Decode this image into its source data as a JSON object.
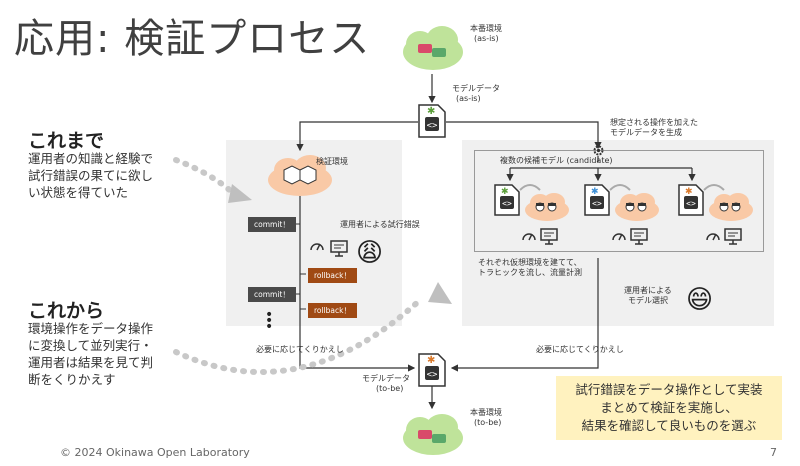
{
  "title": "応用: 検証プロセス",
  "prod_env": {
    "label": "本番環境",
    "state_asis": "(as-is)",
    "state_tobe": "(to-be)"
  },
  "model_data": {
    "label": "モデルデータ",
    "asis": "(as-is)",
    "tobe": "(to-be)"
  },
  "left": {
    "past_heading": "これまで",
    "past_lines": [
      "運用者の知識と経験で",
      "試行錯誤の果てに欲し",
      "い状態を得ていた"
    ],
    "future_heading": "これから",
    "future_lines": [
      "環境操作をデータ操作",
      "に変換して並列実行・",
      "運用者は結果を見て判",
      "断をくりかえす"
    ]
  },
  "verify": {
    "env_label": "検証環境",
    "trial_label": "運用者による試行錯誤",
    "commit1": "commit！",
    "rollback1": "rollback！",
    "commit2": "commit！",
    "rollback2": "rollback！",
    "repeat": "必要に応じてくりかえし"
  },
  "parallel": {
    "gen_line1": "想定される操作を加えた",
    "gen_line2": "モデルデータを生成",
    "candidates": "複数の候補モデル (candidate)",
    "virt_line1": "それぞれ仮想環境を建てて、",
    "virt_line2": "トラヒックを流し、流量計測",
    "select_line1": "運用者による",
    "select_line2": "モデル選択",
    "repeat": "必要に応じてくりかえし"
  },
  "callout": [
    "試行錯誤をデータ操作として実装",
    "まとめて検証を実施し、",
    "結果を確認して良いものを選ぶ"
  ],
  "footer": {
    "copyright": "© 2024 Okinawa Open Laboratory",
    "page": "7"
  },
  "colors": {
    "cloud_green": "#bfe39a",
    "cloud_orange": "#f9c9a6",
    "accent_orange": "#d9792b",
    "doc_green": "#5b9e3a",
    "doc_blue": "#3d8fd6"
  }
}
